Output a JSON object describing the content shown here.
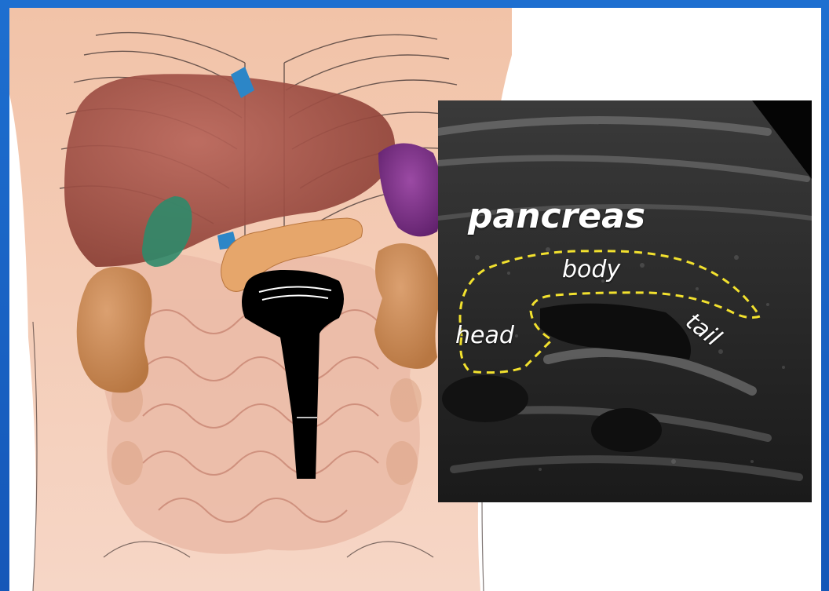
{
  "ultrasound": {
    "title": "pancreas",
    "labels": {
      "head": "head",
      "body": "body",
      "tail": "tail"
    }
  },
  "illustration": {
    "probe_icon": "ultrasound-probe-icon"
  },
  "colors": {
    "frame": "#1565c0",
    "outline_dash": "#f2e12e",
    "liver": "#9a4a3a",
    "pancreas": "#e4a267",
    "kidney": "#c9874f",
    "spleen": "#7b2f86",
    "intestine": "#e8b6a2",
    "probe": "#000000"
  }
}
